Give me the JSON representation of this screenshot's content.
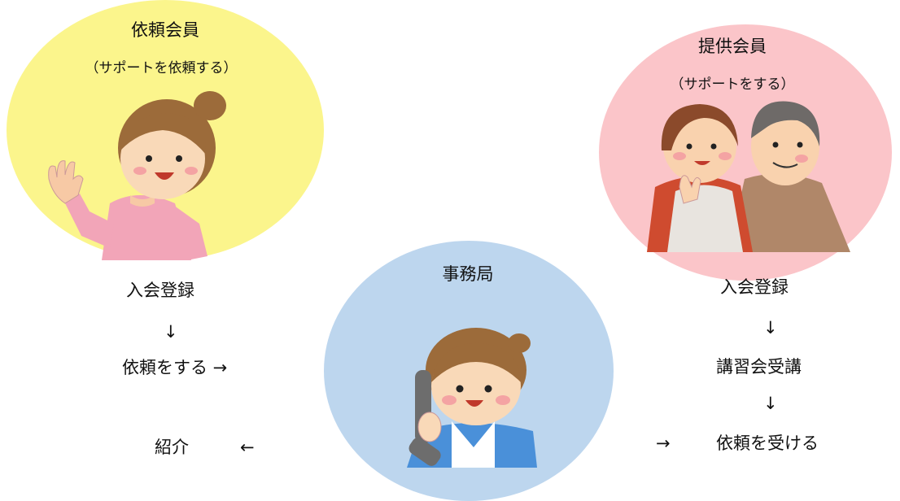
{
  "requester": {
    "title": "依頼会員",
    "subtitle": "（サポートを依頼する）",
    "color": "#fbf58c",
    "steps": {
      "register": "入会登録",
      "down_arrow": "↓",
      "request": "依頼をする →",
      "introduce": "紹介",
      "left_arrow": "←"
    }
  },
  "provider": {
    "title": "提供会員",
    "subtitle": "（サポートをする）",
    "color": "#fbc5c9",
    "steps": {
      "register": "入会登録",
      "down_arrow_1": "↓",
      "training": "講習会受講",
      "down_arrow_2": "↓",
      "right_arrow": "→",
      "receive": "依頼を受ける"
    }
  },
  "office": {
    "title": "事務局",
    "color": "#bdd6ee"
  }
}
